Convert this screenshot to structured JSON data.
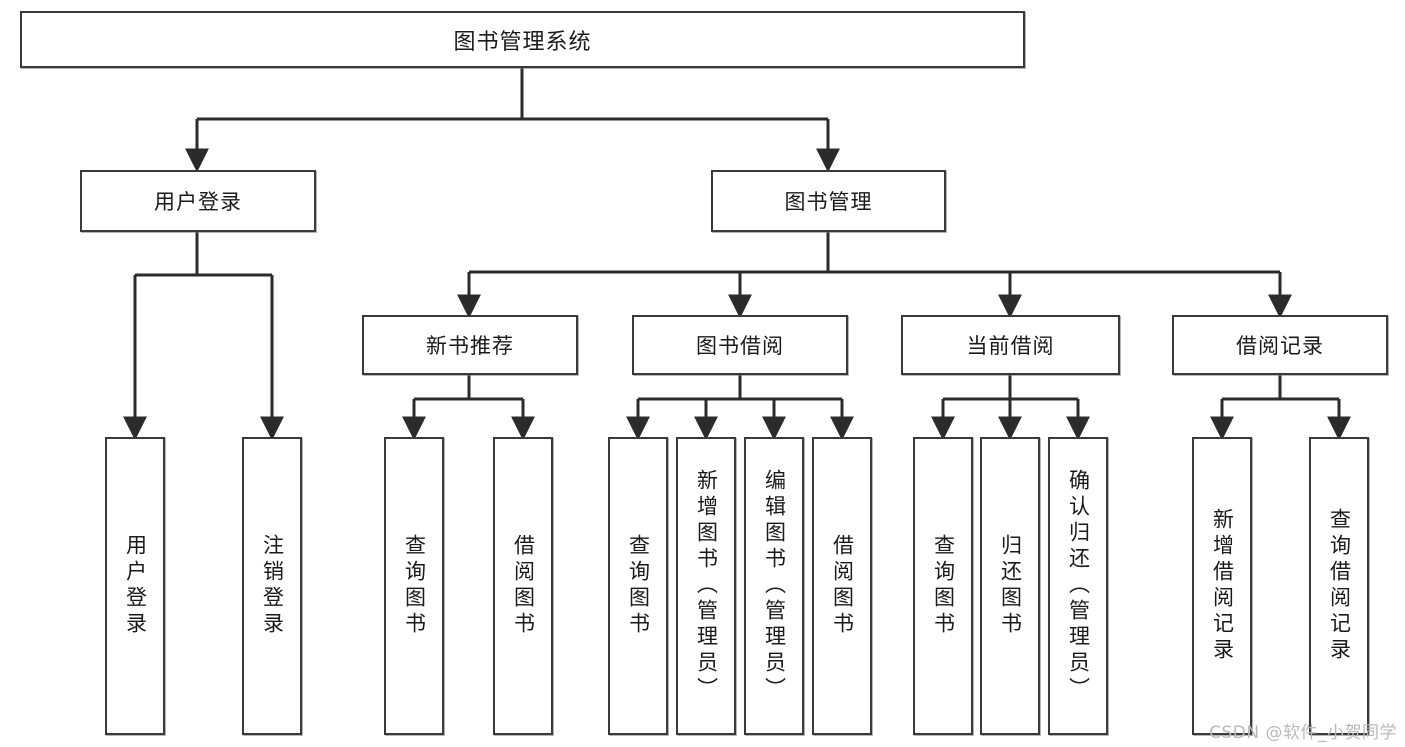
{
  "diagram": {
    "title": "图书管理系统",
    "type": "hierarchical-tree",
    "watermark": "CSDN @软件_小贺同学",
    "colors": {
      "box_border": "#3a3a3a",
      "box_fill": "#ffffff",
      "connector": "#2b2b2b",
      "text": "#1a1a1a",
      "watermark": "#b9b9b9",
      "background": "#ffffff"
    },
    "root": {
      "label": "图书管理系统",
      "orientation": "horizontal"
    },
    "level2": [
      {
        "label": "用户登录",
        "orientation": "horizontal"
      },
      {
        "label": "图书管理",
        "orientation": "horizontal"
      }
    ],
    "level3": [
      {
        "label": "新书推荐",
        "orientation": "horizontal",
        "parent": "图书管理"
      },
      {
        "label": "图书借阅",
        "orientation": "horizontal",
        "parent": "图书管理"
      },
      {
        "label": "当前借阅",
        "orientation": "horizontal",
        "parent": "图书管理"
      },
      {
        "label": "借阅记录",
        "orientation": "horizontal",
        "parent": "图书管理"
      }
    ],
    "leaves": {
      "用户登录": [
        {
          "label": "用户登录",
          "orientation": "vertical"
        },
        {
          "label": "注销登录",
          "orientation": "vertical"
        }
      ],
      "新书推荐": [
        {
          "label": "查询图书",
          "orientation": "vertical"
        },
        {
          "label": "借阅图书",
          "orientation": "vertical"
        }
      ],
      "图书借阅": [
        {
          "label": "查询图书",
          "orientation": "vertical"
        },
        {
          "label": "新增图书（管理员）",
          "orientation": "vertical"
        },
        {
          "label": "编辑图书（管理员）",
          "orientation": "vertical"
        },
        {
          "label": "借阅图书",
          "orientation": "vertical"
        }
      ],
      "当前借阅": [
        {
          "label": "查询图书",
          "orientation": "vertical"
        },
        {
          "label": "归还图书",
          "orientation": "vertical"
        },
        {
          "label": "确认归还（管理员）",
          "orientation": "vertical"
        }
      ],
      "借阅记录": [
        {
          "label": "新增借阅记录",
          "orientation": "vertical"
        },
        {
          "label": "查询借阅记录",
          "orientation": "vertical"
        }
      ]
    }
  }
}
